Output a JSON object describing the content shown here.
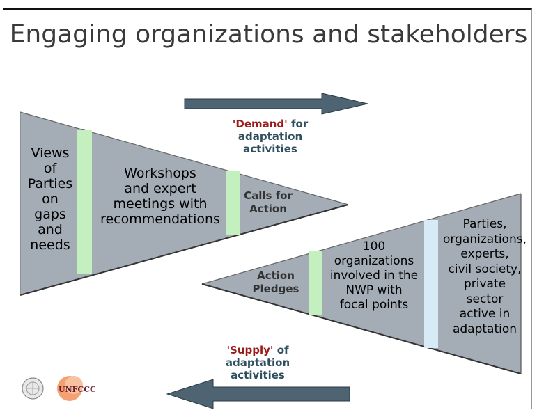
{
  "title": "Engaging organizations and stakeholders",
  "demand": {
    "keyword": "'Demand'",
    "rest": " for",
    "line2": "adaptation",
    "line3": "activities"
  },
  "supply": {
    "keyword": "'Supply'",
    "rest": " of",
    "line2": "adaptation",
    "line3": "activities"
  },
  "left_triangle": {
    "views": [
      "Views",
      "of",
      "Parties",
      "on",
      "gaps",
      "and",
      "needs"
    ],
    "workshops": [
      "Workshops",
      "and expert",
      "meetings with",
      "recommendations"
    ],
    "calls": [
      "Calls for",
      "Action"
    ]
  },
  "right_triangle": {
    "pledges": [
      "Action",
      "Pledges"
    ],
    "organizations": [
      "100",
      "organizations",
      "involved in the",
      "NWP with",
      "focal points"
    ],
    "parties": [
      "Parties,",
      "organizations,",
      "experts,",
      "civil society,",
      "private",
      "sector",
      "active in",
      "adaptation"
    ]
  },
  "colors": {
    "triangle": "#a4adb6",
    "arrow": "#4f6473",
    "green_bar": "#c4f0c0",
    "blue_bar": "#d6ebf5",
    "keyword": "#9b1b1b",
    "caption": "#2f4f5f"
  }
}
